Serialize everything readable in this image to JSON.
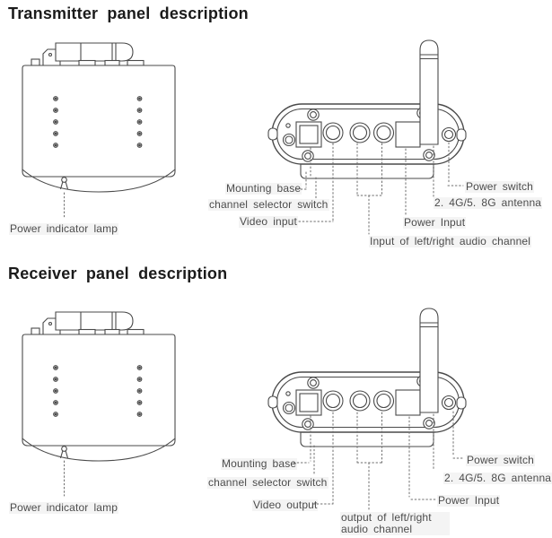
{
  "transmitter": {
    "heading": "Transmitter panel description",
    "power_indicator": "Power indicator lamp",
    "labels": {
      "mounting_base": "Mounting base",
      "channel_selector": "channel selector switch",
      "video": "Video input",
      "audio": "Input of left/right audio channel",
      "power_input": "Power Input",
      "power_switch": "Power switch",
      "antenna": "2. 4G/5. 8G antenna"
    }
  },
  "receiver": {
    "heading": "Receiver panel description",
    "power_indicator": "Power indicator lamp",
    "labels": {
      "mounting_base": "Mounting base",
      "channel_selector": "channel selector switch",
      "video": "Video output",
      "audio_line1": "output of left/right",
      "audio_line2": "audio channel",
      "power_input": "Power Input",
      "power_switch": "Power switch",
      "antenna": "2. 4G/5. 8G antenna"
    }
  },
  "colors": {
    "background": "#ffffff",
    "line": "#4a4a4a",
    "leader": "#6e6e6e",
    "heading_text": "#1b1b1b",
    "label_text": "#4c4c4c"
  }
}
